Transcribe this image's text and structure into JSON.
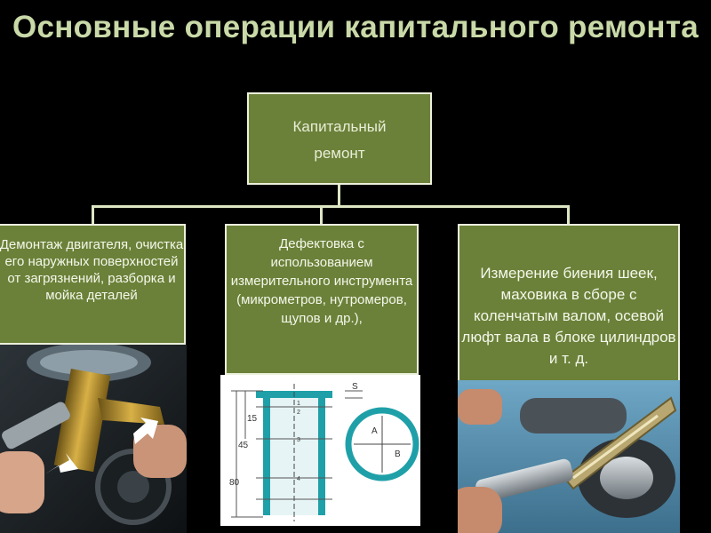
{
  "title": "Основные операции капитального ремонта",
  "root_box": {
    "line1": "Капитальный",
    "line2": "ремонт"
  },
  "children": [
    {
      "text": "Демонтаж двигателя, очистка его наружных поверхностей от загрязнений, разборка и мойка деталей"
    },
    {
      "text": "Дефектовка с использованием измерительного инструмента (микрометров, нутромеров, щупов и др.),"
    },
    {
      "text": "Измерение биения шеек, маховика в сборе с коленчатым валом, осевой люфт вала в блоке цилиндров и т. д."
    }
  ],
  "drawing_labels": {
    "s": "S",
    "d15": "15",
    "d45": "45",
    "d80": "80",
    "n1": "1",
    "n2": "2",
    "n3": "3",
    "n4": "4",
    "a": "A",
    "b": "B"
  },
  "colors": {
    "box_fill": "#6b8139",
    "box_border": "#ecf0dc",
    "title": "#c9d9a8",
    "background": "#000000"
  }
}
